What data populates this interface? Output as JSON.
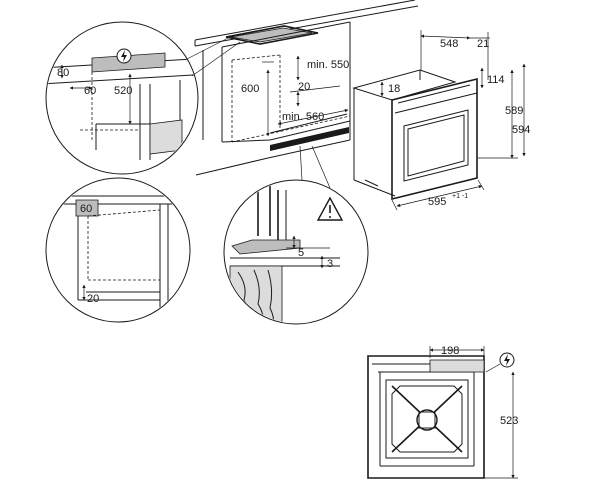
{
  "dimensions": {
    "width_548": "548",
    "depth_21": "21",
    "height_114": "114",
    "height_18": "18",
    "height_589": "589",
    "height_594": "594",
    "width_595": "595",
    "tolerance_595": "+1 -1",
    "min_550": "min. 550",
    "min_560": "min. 560",
    "gap_20_top": "20",
    "height_600": "600",
    "circle1_80": "80",
    "circle1_60": "60",
    "circle1_520": "520",
    "circle2_60": "60",
    "circle2_20": "20",
    "circle3_5": "5",
    "circle3_3": "3",
    "back_198": "198",
    "back_523": "523"
  },
  "symbols": {
    "power": "power-plug-icon",
    "warning": "warning-triangle-icon"
  },
  "colors": {
    "line": "#1a1a1a",
    "shade": "#bdbdbd"
  }
}
